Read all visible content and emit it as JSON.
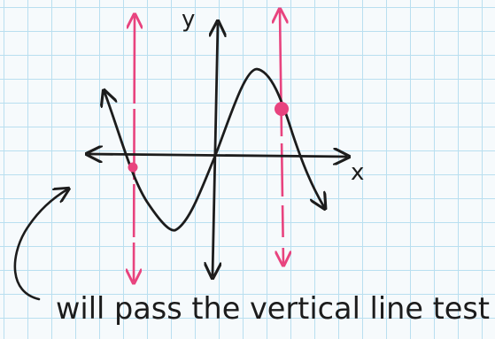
{
  "axes": {
    "x_label": "x",
    "y_label": "y"
  },
  "annotation": {
    "text": "will pass the vertical line test"
  },
  "colors": {
    "ink": "#1c1c1c",
    "test_lines": "#e8437e",
    "grid": "#b9dff0",
    "paper": "#f6fafc"
  }
}
